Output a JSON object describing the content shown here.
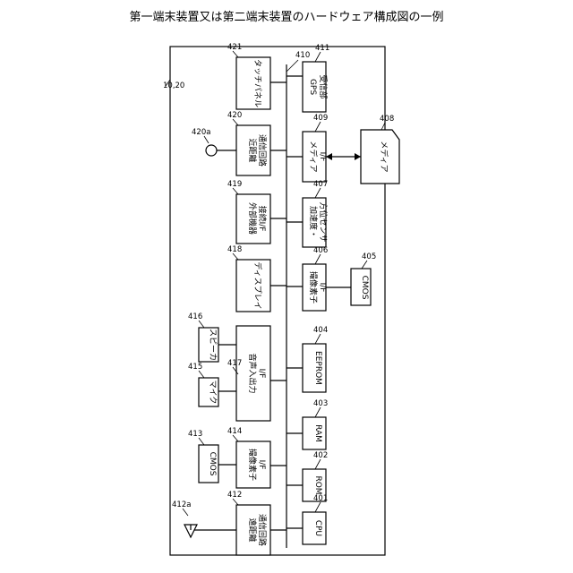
{
  "title": "第一端末装置又は第二端末装置のハードウェア構成図の一例",
  "device_ref": "10,20",
  "blocks": {
    "gps": {
      "ref": "411",
      "line1": "GPS",
      "line2": "受信部"
    },
    "media_if": {
      "ref": "409",
      "line1": "メディア",
      "line2": "I/F"
    },
    "accel": {
      "ref": "407",
      "line1": "加速度・",
      "line2": "方位センサ"
    },
    "img_if_r": {
      "ref": "406",
      "line1": "撮像素子",
      "line2": "I/F"
    },
    "cmos_r": {
      "ref": "405",
      "line1": "CMOS"
    },
    "eeprom": {
      "ref": "404",
      "line1": "EEPROM"
    },
    "ram": {
      "ref": "403",
      "line1": "RAM"
    },
    "rom": {
      "ref": "402",
      "line1": "ROM"
    },
    "cpu": {
      "ref": "401",
      "line1": "CPU"
    },
    "touch": {
      "ref": "421",
      "line1": "タッチパネル"
    },
    "near": {
      "ref": "420",
      "line1": "近距離",
      "line2": "通信回路"
    },
    "ext": {
      "ref": "419",
      "line1": "外部機器",
      "line2": "接続I/F"
    },
    "display": {
      "ref": "418",
      "line1": "ディスプレイ"
    },
    "audio": {
      "ref": "417",
      "line1": "音声入出力",
      "line2": "I/F"
    },
    "img_if_l": {
      "ref": "414",
      "line1": "撮像素子",
      "line2": "I/F"
    },
    "far": {
      "ref": "412",
      "line1": "遠距離",
      "line2": "通信回路"
    },
    "speaker": {
      "ref": "416",
      "line1": "スピーカ"
    },
    "mic": {
      "ref": "415",
      "line1": "マイク"
    },
    "cmos_l": {
      "ref": "413",
      "line1": "CMOS"
    },
    "media": {
      "ref": "408",
      "line1": "メディア"
    }
  },
  "bus_ref": "410",
  "antenna_near_ref": "420a",
  "antenna_far_ref": "412a"
}
